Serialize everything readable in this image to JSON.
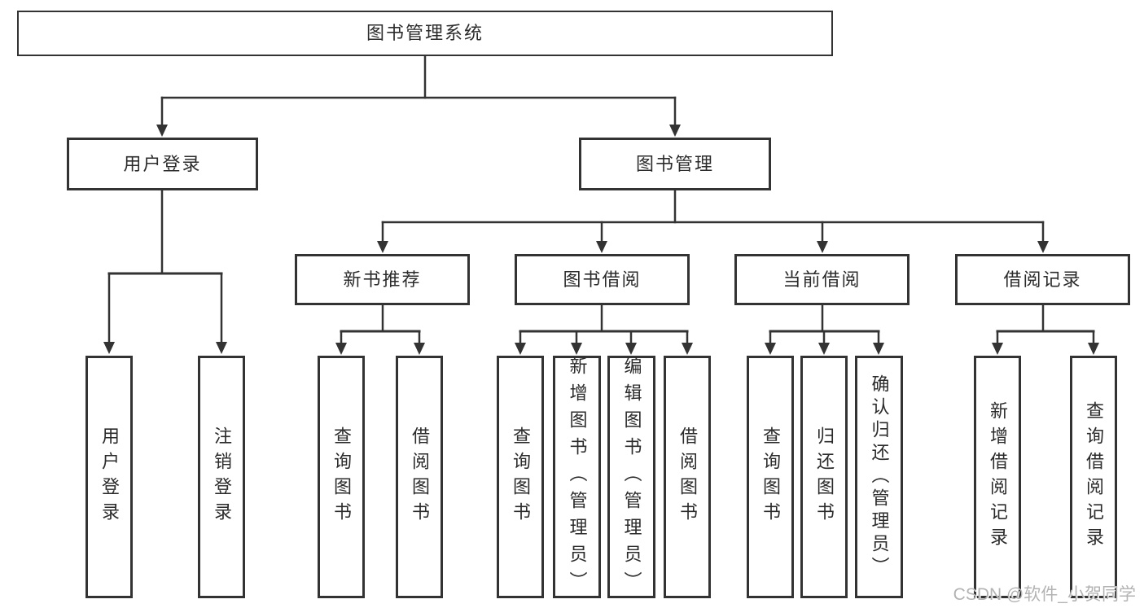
{
  "root": {
    "label": "图书管理系统",
    "children": [
      {
        "label": "用户登录",
        "children": [
          {
            "label": "用户登录"
          },
          {
            "label": "注销登录"
          }
        ]
      },
      {
        "label": "图书管理",
        "children": [
          {
            "label": "新书推荐",
            "children": [
              {
                "label": "查询图书"
              },
              {
                "label": "借阅图书"
              }
            ]
          },
          {
            "label": "图书借阅",
            "children": [
              {
                "label": "查询图书"
              },
              {
                "label": "新增图书（管理员）"
              },
              {
                "label": "编辑图书（管理员）"
              },
              {
                "label": "借阅图书"
              }
            ]
          },
          {
            "label": "当前借阅",
            "children": [
              {
                "label": "查询图书"
              },
              {
                "label": "归还图书"
              },
              {
                "label": "确认归还（管理员）"
              }
            ]
          },
          {
            "label": "借阅记录",
            "children": [
              {
                "label": "新增借阅记录"
              },
              {
                "label": "查询借阅记录"
              }
            ]
          }
        ]
      }
    ]
  },
  "watermark": {
    "text": "CSDN @软件_小贺同学"
  },
  "colors": {
    "line": "#333333",
    "box_border": "#333333",
    "text": "#2b2b2b",
    "watermark": "#b3b3b3",
    "background": "#ffffff"
  }
}
